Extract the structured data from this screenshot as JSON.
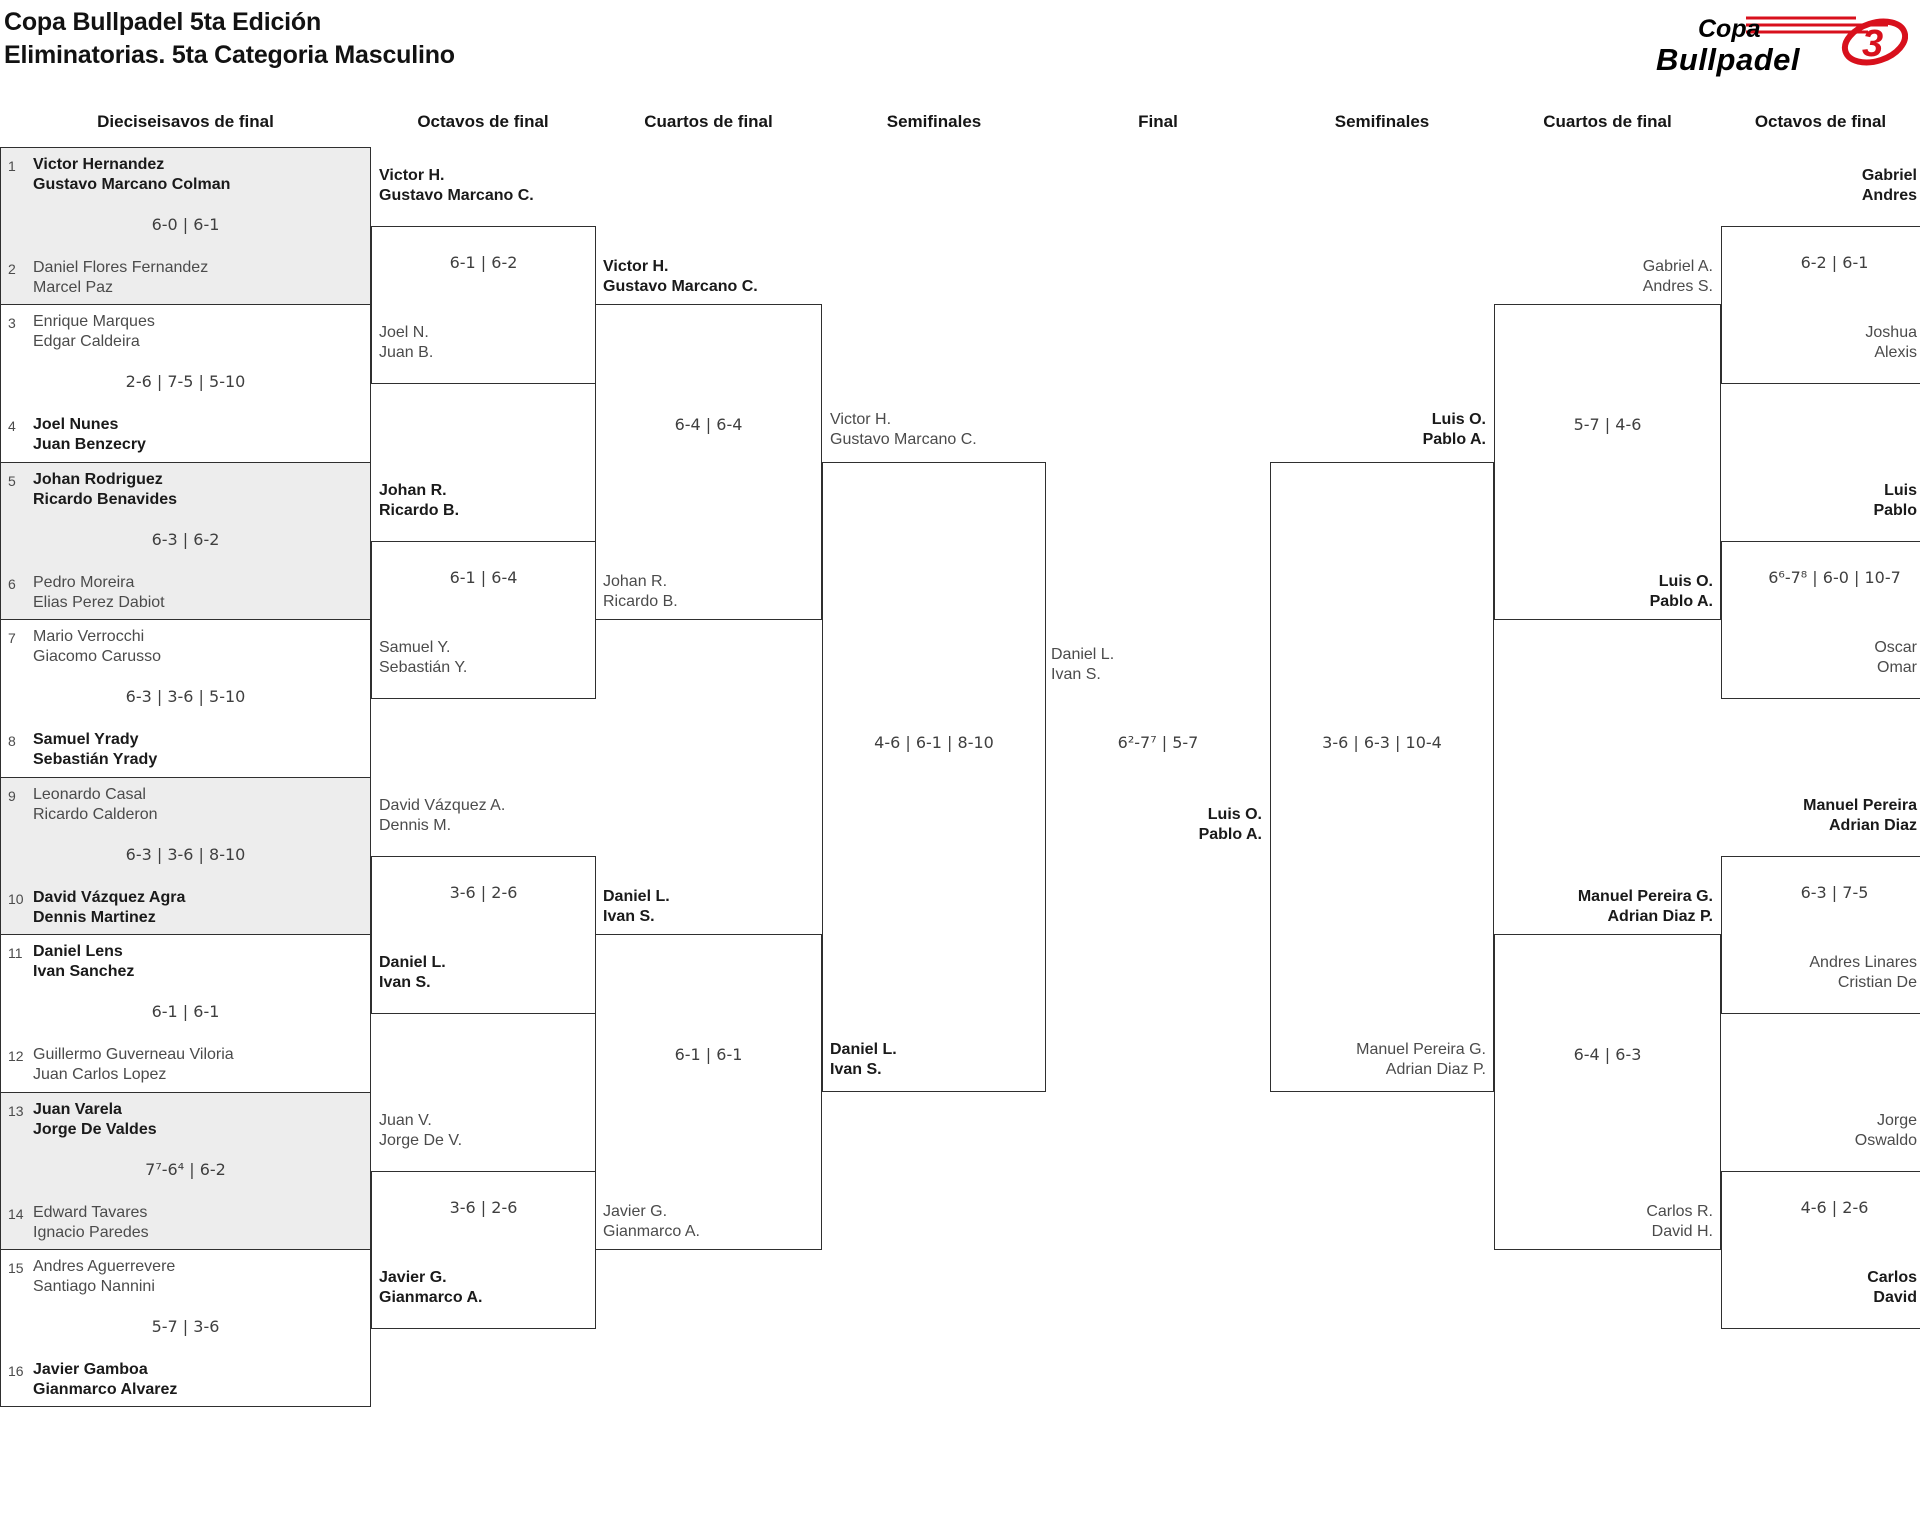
{
  "title": {
    "line1": "Copa Bullpadel 5ta Edición",
    "line2": "Eliminatorias. 5ta Categoria Masculino"
  },
  "logo": {
    "word1": "Copa",
    "word2": "Bullpadel",
    "ball_glyph": "3",
    "accent_red": "#d8101c"
  },
  "headers": [
    "Dieciseisavos de final",
    "Octavos de final",
    "Cuartos de final",
    "Semifinales",
    "Final",
    "Semifinales",
    "Cuartos de final",
    "Octavos de final"
  ],
  "colors": {
    "accent_red": "#d8101c",
    "winner_text": "#1a1a1a",
    "loser_text": "#4b4b4b",
    "box_border": "#2f2f2f",
    "shaded_row": "#ededed"
  },
  "r32": [
    {
      "s1": "1",
      "t1": "Victor Hernandez\nGustavo Marcano Colman",
      "w1": true,
      "score": "6-0 | 6-1",
      "s2": "2",
      "t2": "Daniel Flores Fernandez\nMarcel Paz",
      "w2": false
    },
    {
      "s1": "3",
      "t1": "Enrique Marques\nEdgar Caldeira",
      "w1": false,
      "score": "2-6 | 7-5 | 5-10",
      "s2": "4",
      "t2": "Joel Nunes\nJuan Benzecry",
      "w2": true
    },
    {
      "s1": "5",
      "t1": "Johan Rodriguez\nRicardo Benavides",
      "w1": true,
      "score": "6-3 | 6-2",
      "s2": "6",
      "t2": "Pedro Moreira\nElias Perez Dabiot",
      "w2": false
    },
    {
      "s1": "7",
      "t1": "Mario Verrocchi\nGiacomo Carusso",
      "w1": false,
      "score": "6-3 | 3-6 | 5-10",
      "s2": "8",
      "t2": "Samuel Yrady\nSebastián Yrady",
      "w2": true
    },
    {
      "s1": "9",
      "t1": "Leonardo Casal\nRicardo Calderon",
      "w1": false,
      "score": "6-3 | 3-6 | 8-10",
      "s2": "10",
      "t2": "David Vázquez Agra\nDennis Martinez",
      "w2": true
    },
    {
      "s1": "11",
      "t1": "Daniel Lens\nIvan Sanchez",
      "w1": true,
      "score": "6-1 | 6-1",
      "s2": "12",
      "t2": "Guillermo Guverneau Viloria\nJuan Carlos Lopez",
      "w2": false
    },
    {
      "s1": "13",
      "t1": "Juan Varela\nJorge De Valdes",
      "w1": true,
      "score": "7⁷-6⁴ | 6-2",
      "s2": "14",
      "t2": "Edward Tavares\nIgnacio Paredes",
      "w2": false
    },
    {
      "s1": "15",
      "t1": "Andres Aguerrevere\nSantiago Nannini",
      "w1": false,
      "score": "5-7 | 3-6",
      "s2": "16",
      "t2": "Javier Gamboa\nGianmarco Alvarez",
      "w2": true
    }
  ],
  "r16L": [
    {
      "t1": "Victor H.\nGustavo Marcano C.",
      "w1": true,
      "score": "6-1 | 6-2",
      "t2": "Joel N.\nJuan B.",
      "w2": false
    },
    {
      "t1": "Johan R.\nRicardo B.",
      "w1": true,
      "score": "6-1 | 6-4",
      "t2": "Samuel Y.\nSebastián Y.",
      "w2": false
    },
    {
      "t1": "David Vázquez A.\nDennis M.",
      "w1": false,
      "score": "3-6 | 2-6",
      "t2": "Daniel L.\nIvan S.",
      "w2": true
    },
    {
      "t1": "Juan V.\nJorge De V.",
      "w1": false,
      "score": "3-6 | 2-6",
      "t2": "Javier G.\nGianmarco A.",
      "w2": true
    }
  ],
  "qfL": [
    {
      "t1": "Victor H.\nGustavo Marcano C.",
      "w1": true,
      "score": "6-4 | 6-4",
      "t2": "Johan R.\nRicardo B.",
      "w2": false
    },
    {
      "t1": "Daniel L.\nIvan S.",
      "w1": true,
      "score": "6-1 | 6-1",
      "t2": "Javier G.\nGianmarco A.",
      "w2": false
    }
  ],
  "sfL": {
    "t1": "Victor H.\nGustavo Marcano C.",
    "w1": false,
    "score": "4-6 | 6-1 | 8-10",
    "t2": "Daniel L.\nIvan S.",
    "w2": true
  },
  "final": {
    "t1": "Daniel L.\nIvan S.",
    "w1": false,
    "score": "6²-7⁷ | 5-7",
    "t2": "Luis O.\nPablo A.",
    "w2": true
  },
  "sfR": {
    "t1": "Luis O.\nPablo A.",
    "w1": true,
    "score": "3-6 | 6-3 | 10-4",
    "t2": "Manuel Pereira G.\nAdrian Diaz P.",
    "w2": false
  },
  "qfR": [
    {
      "t1": "Gabriel A.\nAndres S.",
      "w1": false,
      "score": "5-7 | 4-6",
      "t2": "Luis O.\nPablo A.",
      "w2": true
    },
    {
      "t1": "Manuel Pereira G.\nAdrian Diaz P.",
      "w1": true,
      "score": "6-4 | 6-3",
      "t2": "Carlos R.\nDavid H.",
      "w2": false
    }
  ],
  "r16R": [
    {
      "t1": "Gabriel\nAndres",
      "w1": true,
      "score": "6-2 | 6-1",
      "t2": "Joshua\nAlexis",
      "w2": false
    },
    {
      "t1": "Luis\nPablo",
      "w1": true,
      "score": "6⁶-7⁸ | 6-0 | 10-7",
      "t2": "Oscar\nOmar",
      "w2": false
    },
    {
      "t1": "Manuel Pereira\nAdrian Diaz",
      "w1": true,
      "score": "6-3 | 7-5",
      "t2": "Andres Linares\nCristian De",
      "w2": false
    },
    {
      "t1": "Jorge\nOswaldo",
      "w1": false,
      "score": "4-6 | 2-6",
      "t2": "Carlos\nDavid",
      "w2": true
    }
  ]
}
